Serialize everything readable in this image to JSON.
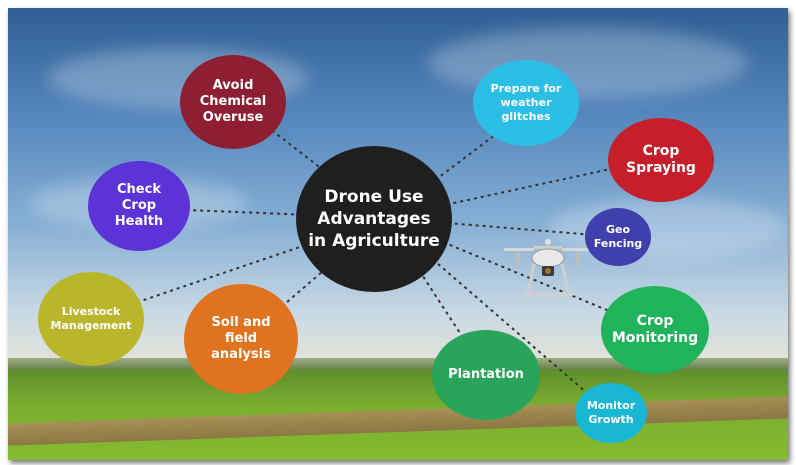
{
  "diagram": {
    "center": {
      "label": "Drone Use\nAdvantages\nin Agriculture",
      "color": "#1f1f1f"
    },
    "nodes": [
      {
        "id": "avoid-chemical-overuse",
        "label": "Avoid\nChemical\nOveruse",
        "color": "#8e1f33"
      },
      {
        "id": "prepare-weather-glitches",
        "label": "Prepare for\nweather\nglitches",
        "color": "#2bbfe6"
      },
      {
        "id": "crop-spraying",
        "label": "Crop\nSpraying",
        "color": "#c41f2b"
      },
      {
        "id": "check-crop-health",
        "label": "Check\nCrop\nHealth",
        "color": "#5b33d6"
      },
      {
        "id": "geo-fencing",
        "label": "Geo\nFencing",
        "color": "#3f3fae"
      },
      {
        "id": "livestock-management",
        "label": "Livestock\nManagement",
        "color": "#b9b62c"
      },
      {
        "id": "soil-field-analysis",
        "label": "Soil and\nfield\nanalysis",
        "color": "#e0731f"
      },
      {
        "id": "plantation",
        "label": "Plantation",
        "color": "#2aa35b"
      },
      {
        "id": "crop-monitoring",
        "label": "Crop\nMonitoring",
        "color": "#1fb35c"
      },
      {
        "id": "monitor-growth",
        "label": "Monitor\nGrowth",
        "color": "#19b7d3"
      }
    ]
  }
}
